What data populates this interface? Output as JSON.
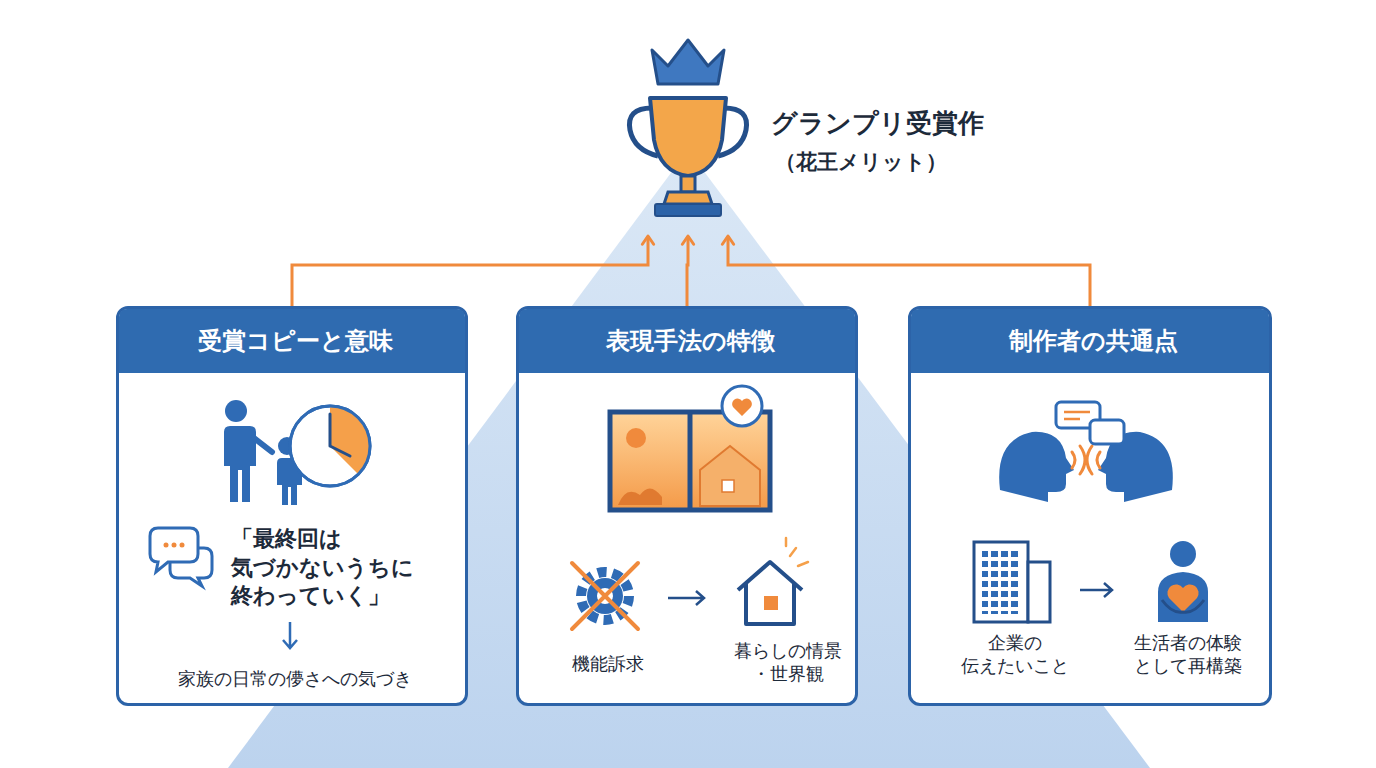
{
  "diagram": {
    "nodes": [
      {
        "text": [
          "グランプリ受賞作",
          "（花王メリット）"
        ]
      },
      {
        "text": [
          "受賞コピーと意味",
          "「最終回は 気づかないうちに 終わっていく」",
          "家族の日常の儚さへの気づき"
        ]
      },
      {
        "text": [
          "表現手法の特徴",
          "機能訴求",
          "暮らしの情景 ・世界観"
        ]
      },
      {
        "text": [
          "制作者の共通点",
          "企業の 伝えたいこと",
          "生活者の体験 として再構築"
        ]
      }
    ],
    "edges": [
      {
        "from": 1,
        "to": 0,
        "arrow": "to"
      },
      {
        "from": 2,
        "to": 0,
        "arrow": "to"
      },
      {
        "from": 3,
        "to": 0,
        "arrow": "to"
      }
    ]
  }
}
